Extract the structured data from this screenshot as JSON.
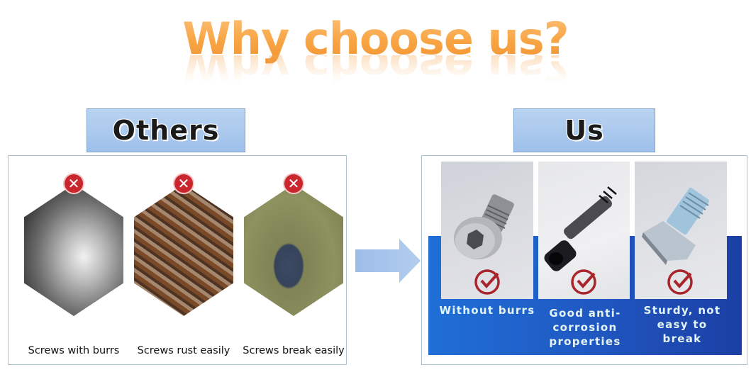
{
  "header": {
    "title": "Why choose us?"
  },
  "others": {
    "label": "Others",
    "marker_icon": "x-circle-icon",
    "items": [
      {
        "caption": "Screws with burrs",
        "image": "shiny-screw-with-burrs"
      },
      {
        "caption": "Screws rust easily",
        "image": "pile-of-rusty-screws"
      },
      {
        "caption": "Screws break easily",
        "image": "broken-screw-pieces"
      }
    ]
  },
  "arrow": {
    "icon": "right-arrow-icon"
  },
  "us": {
    "label": "Us",
    "marker_icon": "check-circle-icon",
    "items": [
      {
        "caption": "Without burrs",
        "image": "stainless-socket-cap-screw"
      },
      {
        "caption": "Good anti-corrosion properties",
        "image": "black-shoulder-screw"
      },
      {
        "caption": "Sturdy, not easy to break",
        "image": "t-head-bolt"
      }
    ]
  },
  "colors": {
    "title_orange": "#f7a64a",
    "label_blue": "#a9c8ee",
    "band_blue": "#2059c3",
    "x_red": "#c9262e",
    "check_red": "#a8252b",
    "arrow_blue": "#a7c4ec"
  }
}
